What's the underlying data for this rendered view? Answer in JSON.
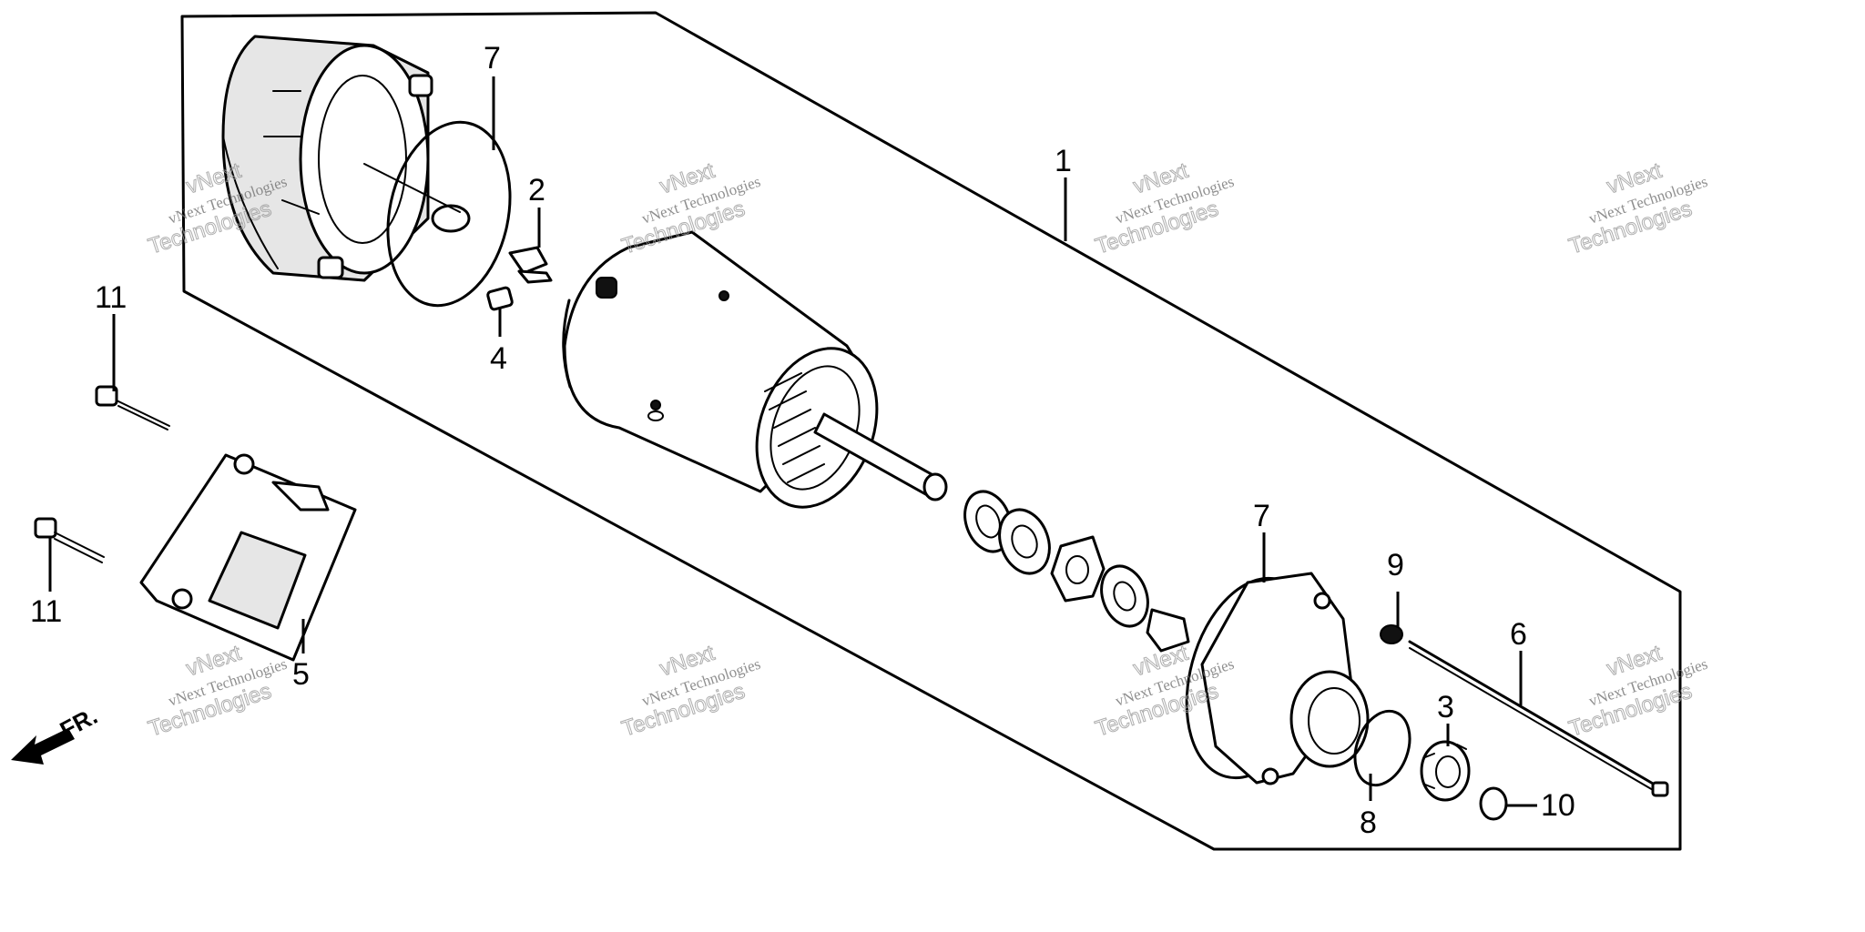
{
  "diagram": {
    "callouts": {
      "c1": "1",
      "c2": "2",
      "c3": "3",
      "c4": "4",
      "c5": "5",
      "c6": "6",
      "c7a": "7",
      "c7b": "7",
      "c8": "8",
      "c9": "9",
      "c10": "10",
      "c11a": "11",
      "c11b": "11"
    },
    "direction_label": "FR.",
    "watermark": {
      "line1": "vNext Technologies",
      "line2": "Technologies",
      "line3": "vNext"
    }
  }
}
